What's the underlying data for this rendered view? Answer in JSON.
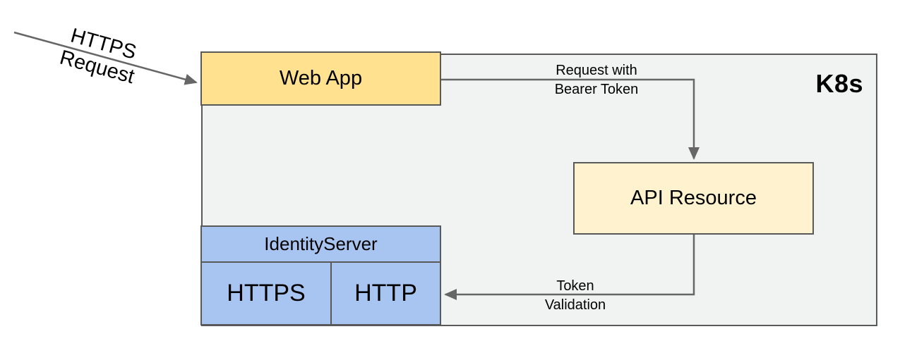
{
  "diagram": {
    "container": {
      "title": "K8s"
    },
    "nodes": {
      "web_app": {
        "label": "Web App"
      },
      "api_resource": {
        "label": "API Resource"
      },
      "identity_server": {
        "label": "IdentityServer",
        "cells": [
          {
            "label": "HTTPS"
          },
          {
            "label": "HTTP"
          }
        ]
      }
    },
    "edges": {
      "https_request": {
        "lines": [
          "HTTPS",
          "Request"
        ]
      },
      "bearer_token": {
        "lines": [
          "Request with",
          "Bearer Token"
        ]
      },
      "token_validation": {
        "lines": [
          "Token",
          "Validation"
        ]
      }
    },
    "colors": {
      "container-fill": "#F1F2F2",
      "container-border": "#595959",
      "web-app-fill": "#FFE18F",
      "api-resource-fill": "#FFF2CE",
      "identity-fill": "#A8C4F1",
      "arrow-color": "#666666",
      "text-color": "#000000"
    }
  }
}
